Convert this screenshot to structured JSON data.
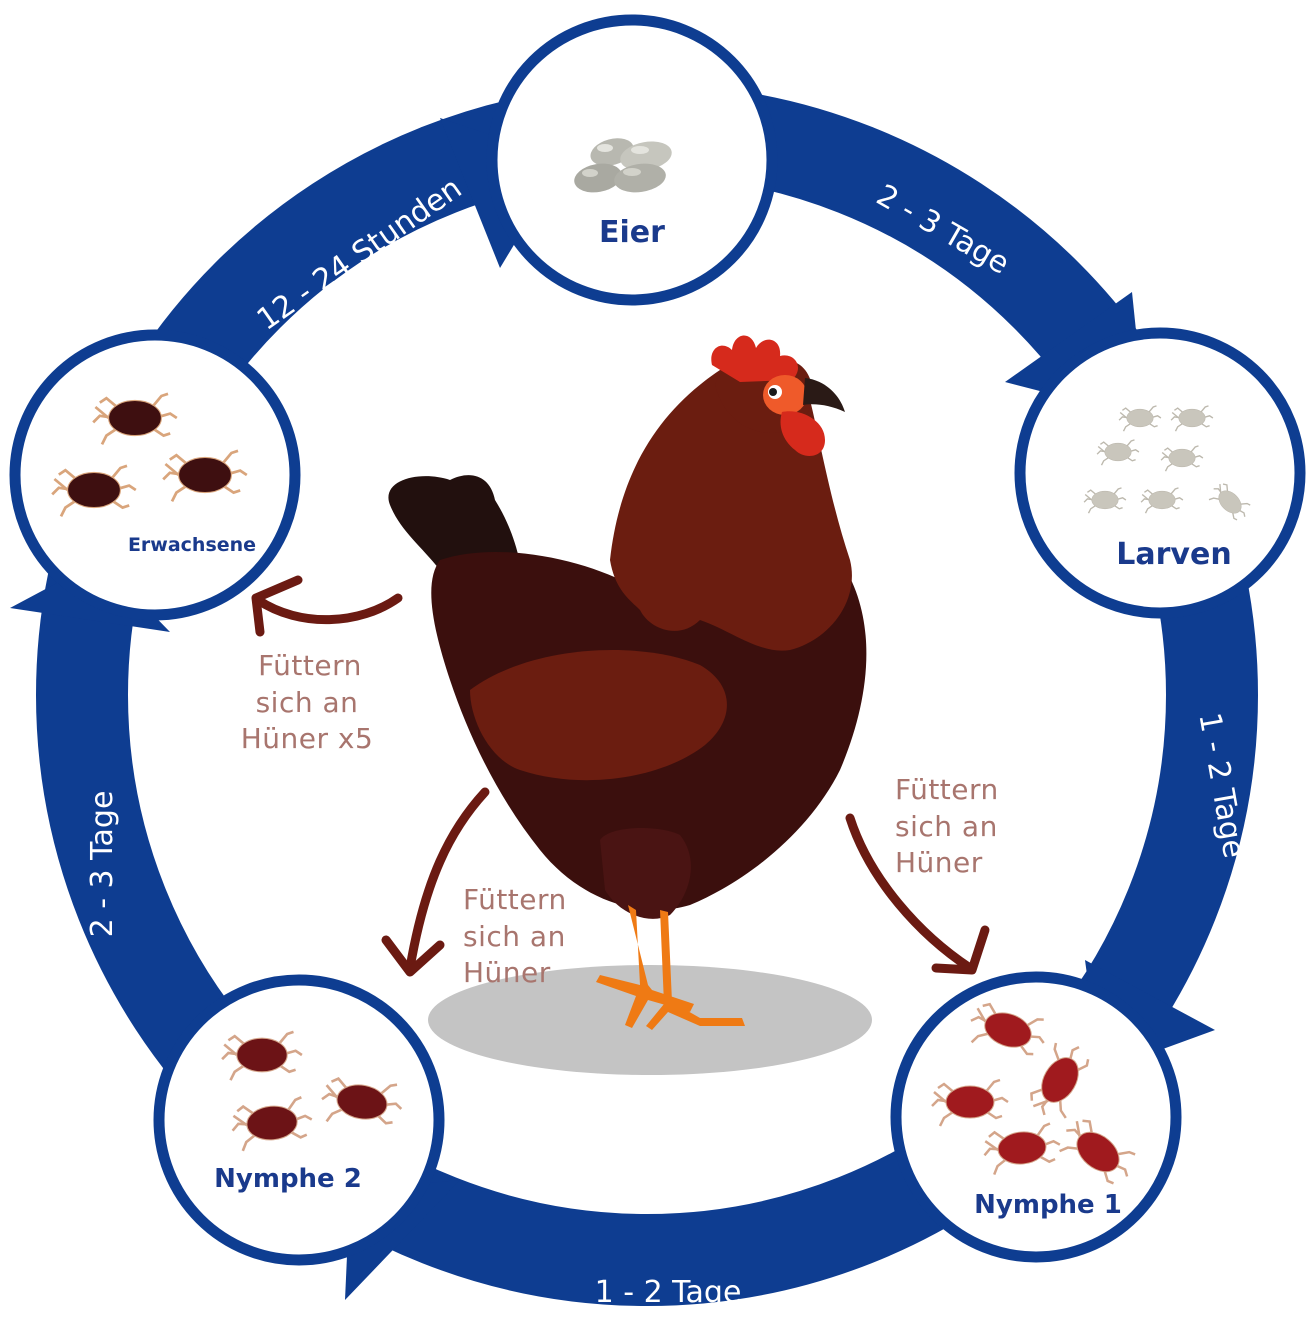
{
  "stages": {
    "eier": "Eier",
    "larven": "Larven",
    "nymphe1": "Nymphe 1",
    "nymphe2": "Nymphe 2",
    "erwachsene": "Erwachsene"
  },
  "durations": {
    "eier_to_larven": "2 - 3 Tage",
    "larven_to_nymphe1": "1 - 2 Tage",
    "nymphe1_to_nymphe2": "1 - 2 Tage",
    "nymphe2_to_erwachsene": "2 - 3 Tage",
    "erwachsene_to_eier": "12 - 24 Stunden"
  },
  "feeding": {
    "adults": [
      "Füttern",
      "sich an",
      "Hüner x5"
    ],
    "nymph1": [
      "Füttern",
      "sich an",
      "Hüner"
    ],
    "nymph2": [
      "Füttern",
      "sich an",
      "Hüner"
    ]
  },
  "colors": {
    "ring": "#0e3d91",
    "stage_label": "#1a3a8c",
    "feed_text": "#a8756e",
    "feed_arrow": "#6b1a12",
    "hen_body": "#6b1d10",
    "hen_dark": "#3b0f0d",
    "comb": "#d62a1c",
    "legs": "#ef7a14",
    "shadow": "#c4c4c4"
  },
  "icons": {
    "eggs": "eggs-icon",
    "larvae": "larvae-icon",
    "nymph1": "red-mites-icon",
    "nymph2": "dark-mites-icon",
    "adults": "adult-mites-icon",
    "hen": "hen-illustration"
  }
}
